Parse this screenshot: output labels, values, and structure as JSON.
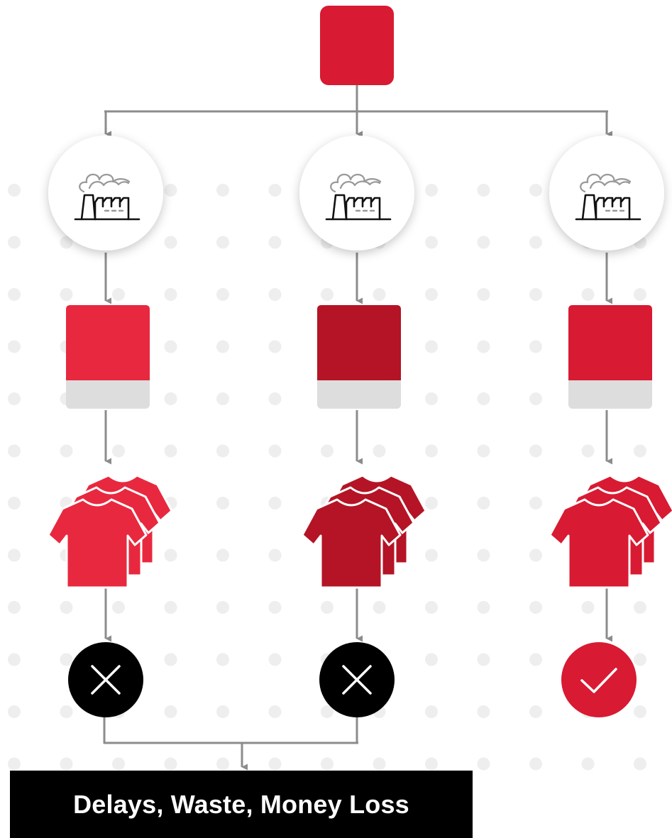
{
  "colors": {
    "source": "#D81A32",
    "branch_left": "#E8283F",
    "branch_middle": "#B41426",
    "branch_right": "#D81A32",
    "swatch_base": "#DDDDDD",
    "fail": "#000000",
    "success": "#D81A32",
    "connector": "#8C8C8C",
    "dots": "#EEEEEE"
  },
  "branches": [
    {
      "id": "left",
      "factory_icon": "factory-icon",
      "shirts_icon": "tshirt-stack-icon",
      "outcome": "fail",
      "outcome_icon": "x-icon"
    },
    {
      "id": "middle",
      "factory_icon": "factory-icon",
      "shirts_icon": "tshirt-stack-icon",
      "outcome": "fail",
      "outcome_icon": "x-icon"
    },
    {
      "id": "right",
      "factory_icon": "factory-icon",
      "shirts_icon": "tshirt-stack-icon",
      "outcome": "success",
      "outcome_icon": "checkmark-icon"
    }
  ],
  "result": {
    "label": "Delays, Waste, Money Loss"
  }
}
